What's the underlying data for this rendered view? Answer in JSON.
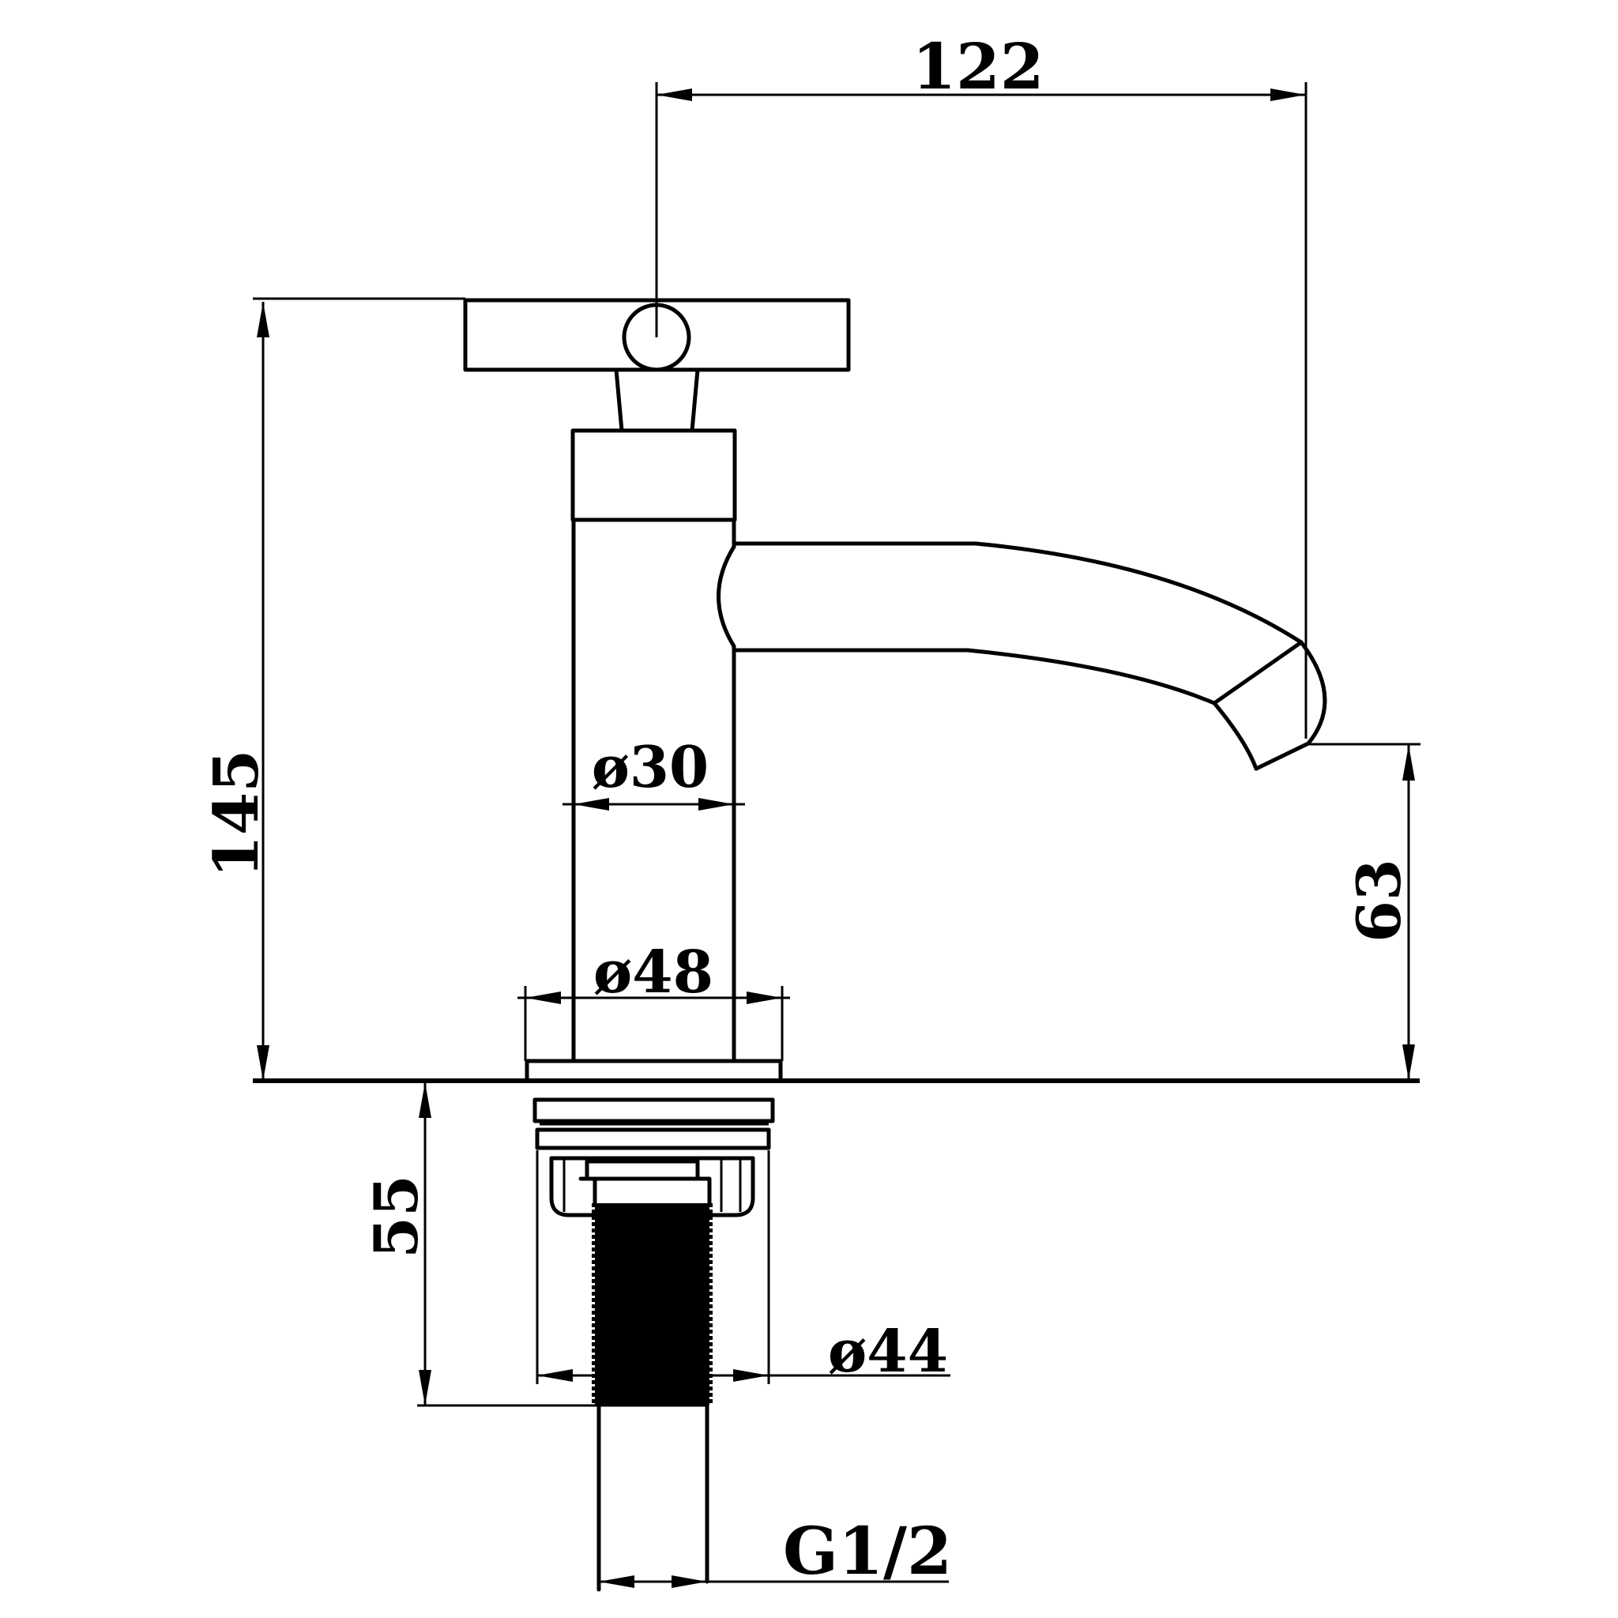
{
  "drawing": {
    "type": "technical-dimension-drawing",
    "subject": "single-lever basin pillar tap, side elevation",
    "units": "mm",
    "background_color": "#ffffff",
    "line_color": "#000000",
    "dimensions": {
      "spout_reach": "122",
      "total_height": "145",
      "spout_outlet_height": "63",
      "body_diameter": "ø30",
      "base_diameter": "ø48",
      "shank_length": "55",
      "nut_washer_diameter": "ø44",
      "thread_size": "G1/2"
    }
  }
}
